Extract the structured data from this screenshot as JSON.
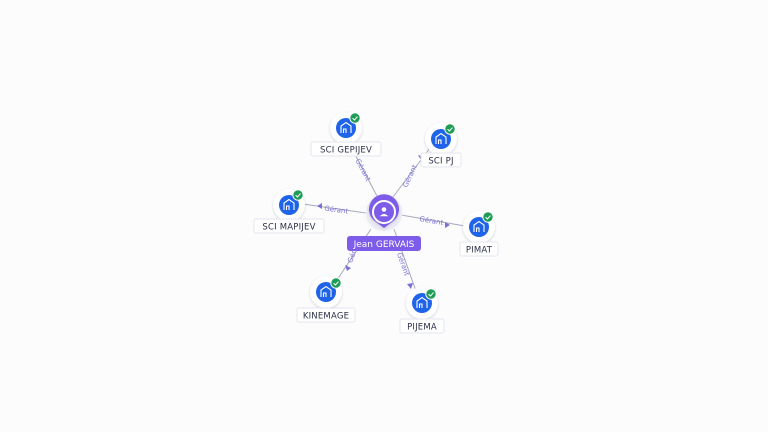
{
  "diagram": {
    "center": {
      "name": "Jean GERVAIS",
      "icon": "person-icon",
      "color": "#7c5ce8"
    },
    "edge_label": "Gérant",
    "companies": [
      {
        "name": "SCI GEPIJEV",
        "icon": "company-building-icon",
        "verified": true
      },
      {
        "name": "SCI PJ",
        "icon": "company-building-icon",
        "verified": true
      },
      {
        "name": "SCI MAPIJEV",
        "icon": "company-building-icon",
        "verified": true
      },
      {
        "name": "PIMAT",
        "icon": "company-building-icon",
        "verified": true
      },
      {
        "name": "KINEMAGE",
        "icon": "company-building-icon",
        "verified": true
      },
      {
        "name": "PIJEMA",
        "icon": "company-building-icon",
        "verified": true
      }
    ],
    "colors": {
      "company_icon": "#1f63e8",
      "verified_badge": "#1f9d57",
      "edge": "#9aa0b4",
      "edge_label": "#7b6fd6",
      "center_accent": "#7c5ce8"
    }
  }
}
